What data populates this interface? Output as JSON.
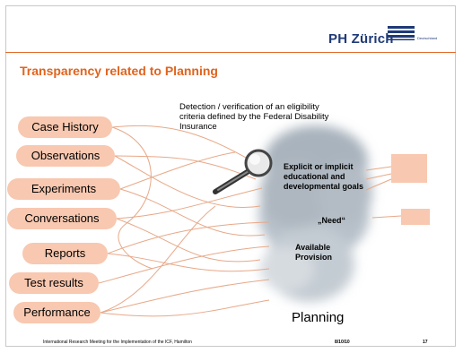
{
  "header": {
    "logo_text": "PH Zürich",
    "logo_subtitle": "Deutschland"
  },
  "title": "Transparency related to Planning",
  "pills": [
    "Case History",
    "Observations",
    "Experiments",
    "Conversations",
    "Reports",
    "Test results",
    "Performance"
  ],
  "detection_text": "Detection / verification of an eligibility criteria defined by the Federal Disability Insurance",
  "cloud": {
    "goals": "Explicit or implicit educational and developmental goals",
    "need": "„Need“",
    "provision": "Available Provision"
  },
  "planning_label": "Planning",
  "footer": {
    "meeting": "International Research Meeting for the Implementation of the ICF, Hamilton",
    "date": "8/10/10",
    "page": "17"
  },
  "colors": {
    "accent": "#e0641e",
    "pill_fill": "#f8c8b0",
    "logo_blue": "#1f3a78"
  }
}
